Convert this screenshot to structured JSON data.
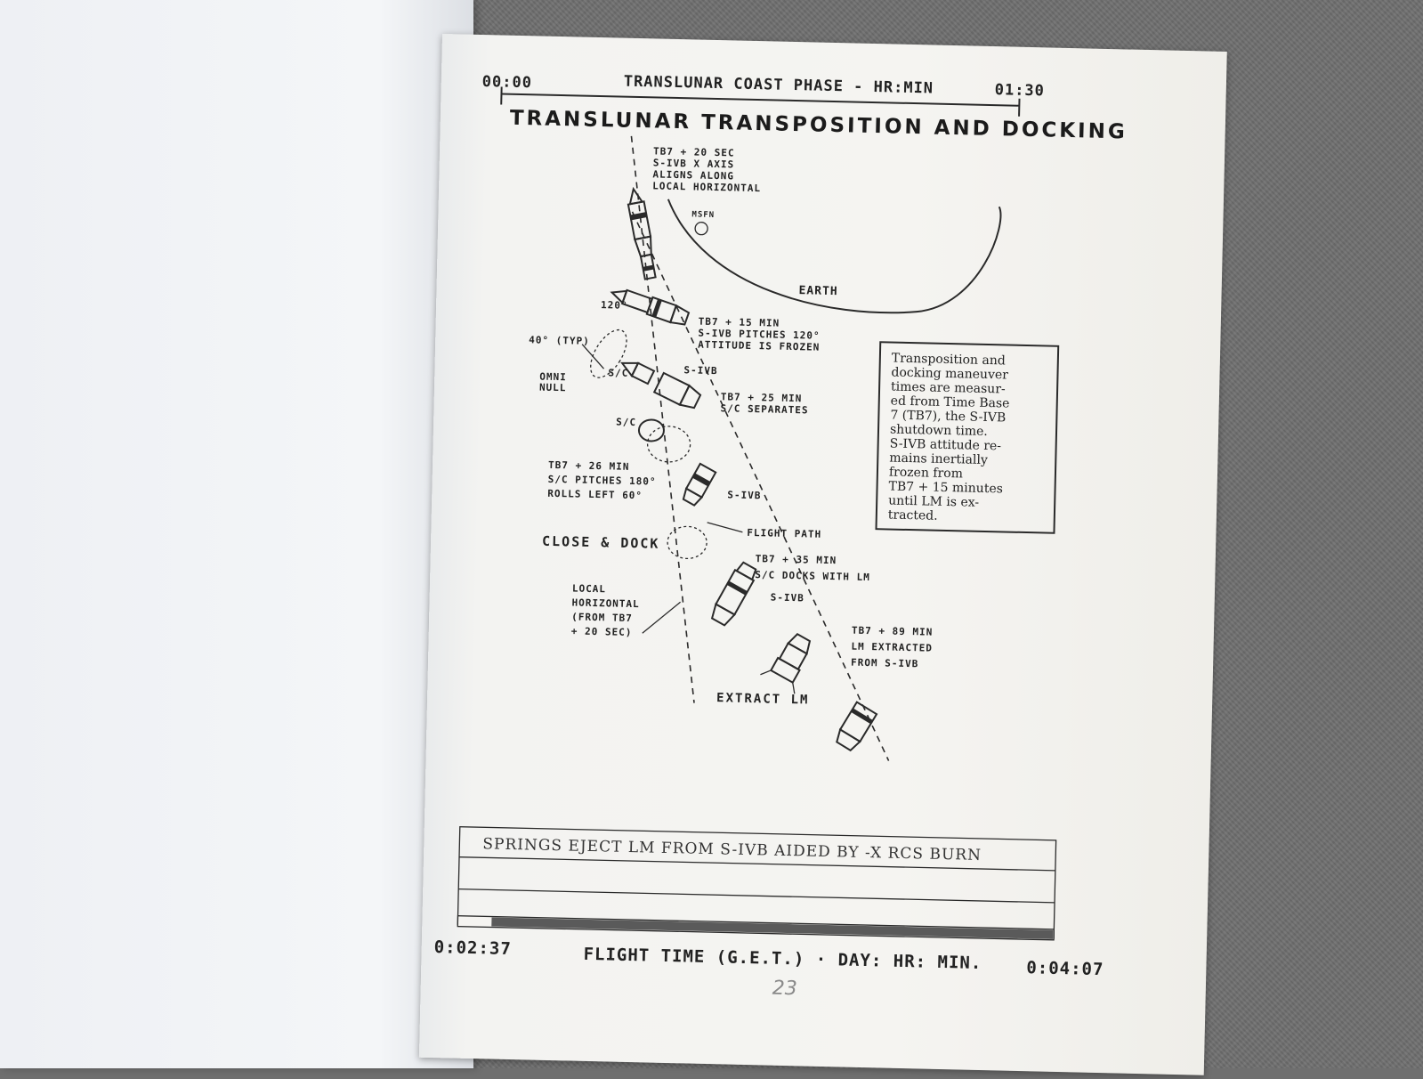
{
  "header": {
    "time_start": "00:00",
    "phase_title": "TRANSLUNAR COAST PHASE - HR:MIN",
    "time_end": "01:30"
  },
  "title": "TRANSLUNAR TRANSPOSITION AND DOCKING",
  "diagram": {
    "earth_label": "EARTH",
    "msfn_label": "MSFN",
    "step1": [
      "TB7 + 20 SEC",
      "S-IVB  X  AXIS",
      "ALIGNS  ALONG",
      "LOCAL  HORIZONTAL"
    ],
    "step2": [
      "TB7  +  15  MIN",
      "S-IVB  PITCHES  120°",
      "ATTITUDE  IS  FROZEN"
    ],
    "angle_120": "120°",
    "angle_40": "40° (TYP)",
    "omni_null": [
      "OMNI",
      "NULL"
    ],
    "sc_label": "S/C",
    "sivb_label": "S-IVB",
    "step3": [
      "TB7  +  25  MIN",
      "S/C  SEPARATES"
    ],
    "step4": [
      "TB7 + 26  MIN",
      "S/C  PITCHES  180°",
      "ROLLS  LEFT  60°"
    ],
    "flight_path": "FLIGHT  PATH",
    "close_dock": "CLOSE & DOCK",
    "step5": [
      "TB7  +  35  MIN",
      "S/C  DOCKS  WITH  LM"
    ],
    "local_horizontal": [
      "LOCAL",
      "HORIZONTAL",
      "(FROM  TB7",
      "+ 20  SEC)"
    ],
    "step6": [
      "TB7  +  89  MIN",
      "LM  EXTRACTED",
      "FROM  S-IVB"
    ],
    "extract_lm": "EXTRACT  LM"
  },
  "note_box": [
    "Transposition and",
    "docking maneuver",
    "times are measur-",
    "ed from Time Base",
    "7 (TB7), the S-IVB",
    "shutdown time.",
    "S-IVB attitude re-",
    "mains inertially",
    "frozen from",
    "TB7 + 15 minutes",
    "until LM is ex-",
    "tracted."
  ],
  "timeline_bar": {
    "row1": "SPRINGS EJECT LM FROM S-IVB AIDED BY -X RCS BURN"
  },
  "footer": {
    "time_start": "0:02:37",
    "label": "FLIGHT TIME (G.E.T.) · DAY: HR: MIN.",
    "time_end": "0:04:07",
    "page_number": "23"
  }
}
